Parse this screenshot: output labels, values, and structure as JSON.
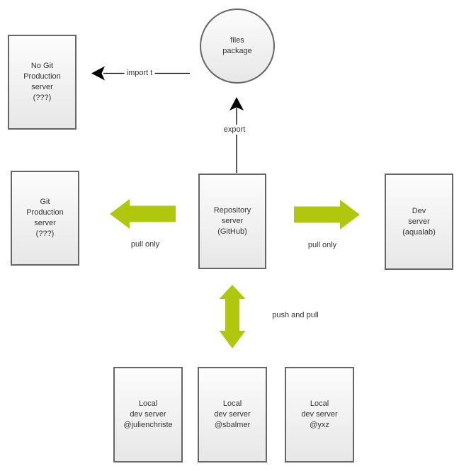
{
  "diagram": {
    "nodes": {
      "files_package": {
        "label": "files\npackage",
        "shape": "circle"
      },
      "no_git_production": {
        "label": "No Git\nProduction\nserver\n(???)",
        "shape": "rect"
      },
      "git_production": {
        "label": "Git\nProduction\nserver\n(???)",
        "shape": "rect"
      },
      "repository": {
        "label": "Repository\nserver\n(GitHub)",
        "shape": "rect"
      },
      "dev_server": {
        "label": "Dev\nserver\n(aqualab)",
        "shape": "rect"
      },
      "local_julienchriste": {
        "label": "Local\ndev server\n@julienchriste",
        "shape": "rect"
      },
      "local_sbalmer": {
        "label": "Local\ndev server\n@sbalmer",
        "shape": "rect"
      },
      "local_yxz": {
        "label": "Local\ndev server\n@yxz",
        "shape": "rect"
      }
    },
    "edges": {
      "import": {
        "label": "import t",
        "style": "thin-black",
        "direction": "left"
      },
      "export": {
        "label": "export",
        "style": "thin-black",
        "direction": "up"
      },
      "pull_left": {
        "label": "pull only",
        "style": "block-green",
        "direction": "left"
      },
      "pull_right": {
        "label": "pull only",
        "style": "block-green",
        "direction": "right"
      },
      "push_pull": {
        "label": "push and pull",
        "style": "block-green",
        "direction": "both-vertical"
      }
    }
  },
  "colors": {
    "accent-green": "#AFC80D",
    "box-border": "#666666",
    "box-fill-top": "#FCFCFC",
    "box-fill-bottom": "#E7E7E7",
    "text": "#333333",
    "arrow-black": "#000000"
  }
}
